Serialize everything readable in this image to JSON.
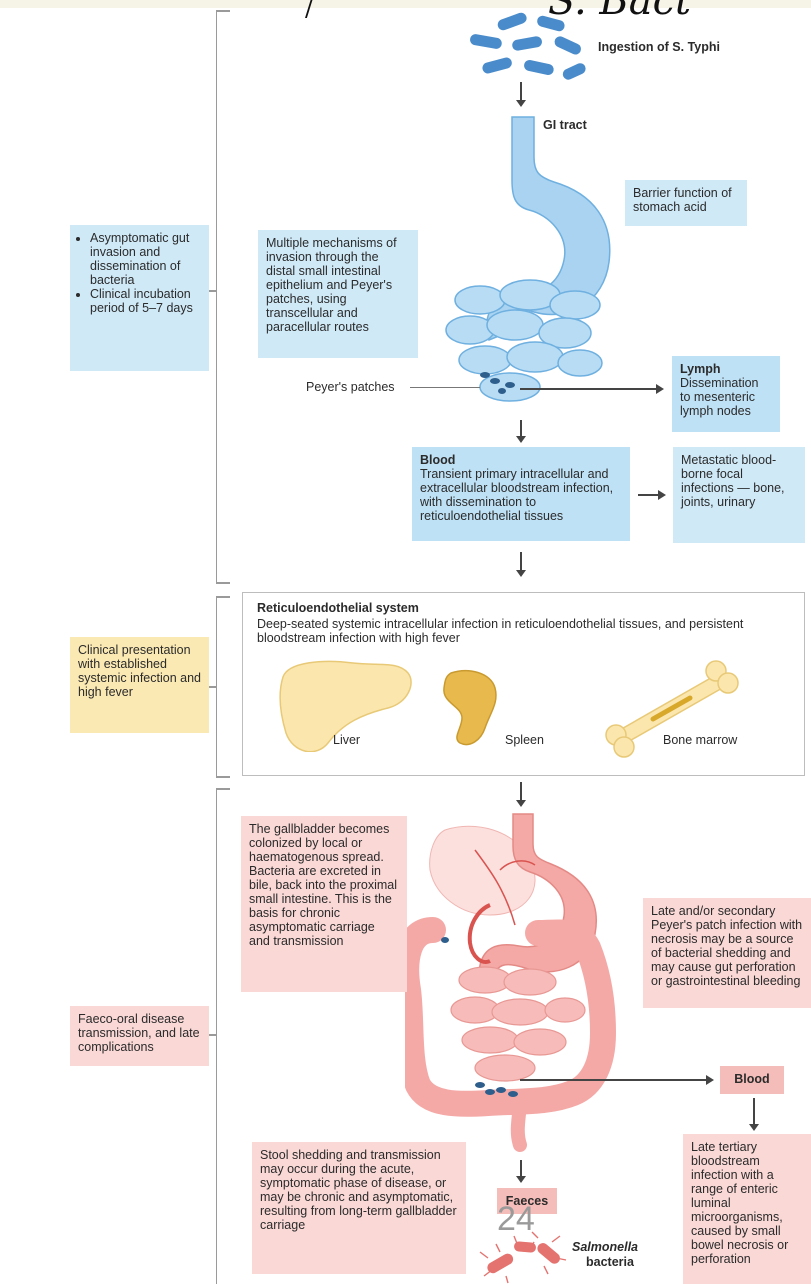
{
  "header": {
    "handwritten": "S. Bact"
  },
  "top": {
    "ingestion": "Ingestion of S. Typhi",
    "gi_tract": "GI tract",
    "stomach_acid": "Barrier function of stomach acid"
  },
  "phase1": {
    "side_bullets": [
      "Asymptomatic gut invasion and dissemination of bacteria",
      "Clinical incubation period of 5–7 days"
    ],
    "mechanisms": "Multiple mechanisms of invasion through the distal small intestinal epithelium and Peyer's patches, using transcellular and paracellular routes",
    "peyers": "Peyer's patches",
    "lymph_title": "Lymph",
    "lymph_text": "Dissemination to mesenteric lymph nodes",
    "blood_title": "Blood",
    "blood_text": "Transient primary intracellular and extracellular bloodstream infection, with dissemination to reticuloendothelial tissues",
    "metastatic": "Metastatic blood-borne focal infections — bone, joints, urinary"
  },
  "phase2": {
    "side": "Clinical presentation with established systemic infection and high fever",
    "title": "Reticuloendothelial system",
    "text": "Deep-seated systemic intracellular infection in reticuloendothelial tissues, and persistent bloodstream infection with high fever",
    "organs": [
      "Liver",
      "Spleen",
      "Bone marrow"
    ]
  },
  "phase3": {
    "side": "Faeco-oral disease transmission, and late complications",
    "gallbladder": "The gallbladder becomes colonized by local or haematogenous spread. Bacteria are excreted in bile, back into the proximal small intestine. This is the basis for chronic asymptomatic carriage and transmission",
    "late_peyer": "Late and/or secondary Peyer's patch infection with necrosis may be a source of bacterial shedding and may cause gut perforation or gastrointestinal bleeding",
    "blood": "Blood",
    "late_tertiary": "Late tertiary bloodstream infection with a range of enteric luminal microorganisms, caused by small bowel necrosis or perforation",
    "stool": "Stool shedding and transmission may occur during the acute, symptomatic phase of disease, or may be chronic and asymptomatic, resulting from long-term gallbladder carriage",
    "faeces": "Faeces",
    "page_number": "24",
    "salmonella_1": "Salmonella",
    "salmonella_2": "bacteria"
  },
  "colors": {
    "blue": "#cfe9f7",
    "yellow": "#fbe9b4",
    "pink": "#f9d8d6",
    "organ_blue": "#a9d3f1",
    "organ_pink": "#f4a9a6"
  }
}
